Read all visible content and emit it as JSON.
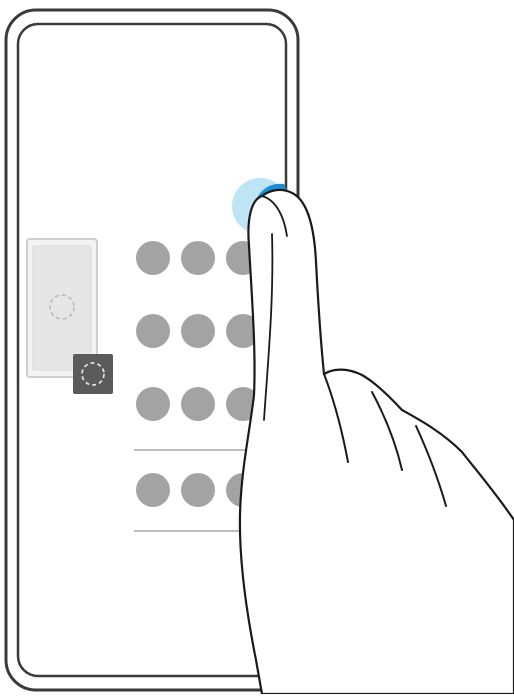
{
  "illustration": {
    "subject": "side-sense-double-tap-gesture",
    "icons": {
      "app_window": "app-window-icon",
      "dashed_circle": "dashed-circle-icon",
      "touch_indicator": "touch-point-icon",
      "hand": "hand-finger-icon"
    }
  },
  "colors": {
    "device_outline": "#3a3a3a",
    "device_screen": "#ffffff",
    "app_dot": "#a3a3a3",
    "window_frame": "#cfcfcf",
    "window_fill": "#e8e8e8",
    "dark_tile": "#5b5b5b",
    "touch_light": "#bfe4f5",
    "touch_accent": "#1b8fd6",
    "divider": "#a8a8a8",
    "hand_outline": "#1a1a1a"
  },
  "app_grid": {
    "rows": 4,
    "columns": 3
  }
}
